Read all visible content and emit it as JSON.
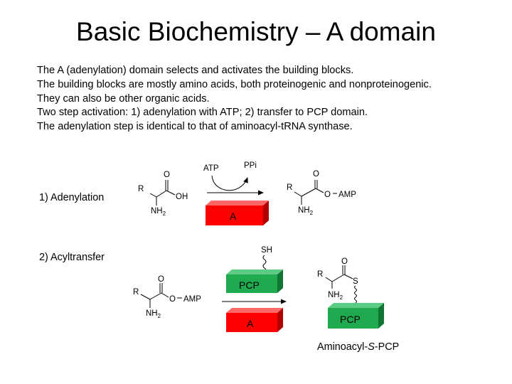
{
  "slide": {
    "title": "Basic Biochemistry – A domain",
    "bullets": [
      "The A (adenylation) domain selects and activates the building blocks.",
      "The building blocks are mostly amino acids, both proteinogenic and nonproteinogenic.",
      "They can also be other organic acids.",
      "Two step activation: 1) adenylation with ATP; 2) transfer to PCP domain.",
      "The adenylation step is identical to that of aminoacyl-tRNA synthase."
    ]
  },
  "diagram": {
    "step1_label": "1) Adenylation",
    "step2_label": "2) Acyltransfer",
    "atp": "ATP",
    "ppi": "PPi",
    "r_group": "R",
    "oxygen": "O",
    "oh": "OH",
    "nh": "NH",
    "nh_sub": "2",
    "amp": "AMP",
    "sh": "SH",
    "s": "S",
    "a_domain": "A",
    "pcp_domain": "PCP",
    "caption_pre": "Aminoacyl-",
    "caption_italic": "S",
    "caption_post": "-PCP",
    "colors": {
      "a_domain": "#ff0000",
      "pcp_domain": "#1faa50"
    }
  }
}
